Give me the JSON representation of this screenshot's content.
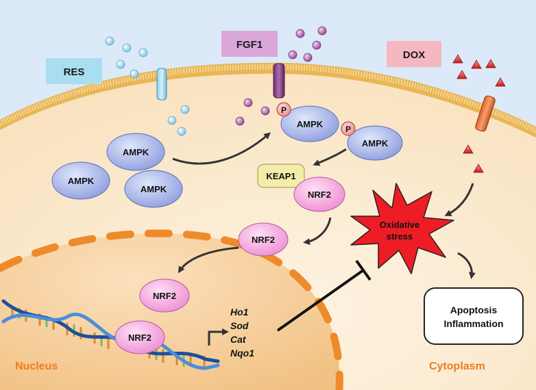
{
  "ligands": {
    "res": "RES",
    "fgf1": "FGF1",
    "dox": "DOX"
  },
  "proteins": {
    "ampk_1": "AMPK",
    "ampk_2": "AMPK",
    "ampk_3": "AMPK",
    "ampk_p1": "AMPK",
    "ampk_p2": "AMPK",
    "keap1": "KEAP1",
    "nrf2_1": "NRF2",
    "nrf2_2": "NRF2",
    "nrf2_3": "NRF2",
    "nrf2_4": "NRF2"
  },
  "phospho": {
    "p1": "P",
    "p2": "P"
  },
  "genes": [
    "Ho1",
    "Sod",
    "Cat",
    "Nqo1"
  ],
  "stress": {
    "line1": "Oxidative",
    "line2": "stress"
  },
  "outcome": {
    "line1": "Apoptosis",
    "line2": "Inflammation"
  },
  "compartments": {
    "nucleus": "Nucleus",
    "cytoplasm": "Cytoplasm"
  },
  "colors": {
    "background": "#dbe9f8",
    "cytoplasm": "#fbe8cc",
    "membrane": "#e8b24a",
    "nucleus": "#f6cf9c",
    "nucleus_border": "#ef8a2a",
    "ampk": "#a9b8ec",
    "nrf2": "#f4a6de",
    "keap1": "#f4ecaa",
    "res_box": "#a9def0",
    "fgf1_box": "#dba6da",
    "dox_box": "#f6b8c0",
    "star": "#ee1c25",
    "compartment_label": "#f07b22"
  }
}
